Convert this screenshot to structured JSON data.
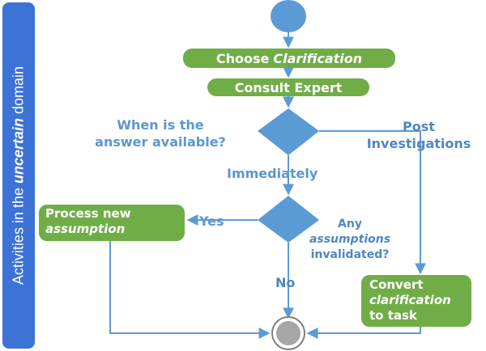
{
  "swimlane": {
    "label_prefix": "Activities in the ",
    "label_emphasis": "uncertain",
    "label_suffix": " domain"
  },
  "nodes": {
    "choose_prefix": "Choose",
    "choose_emphasis": "Clarification",
    "consult": "Consult Expert",
    "process_line1": "Process new",
    "process_line2": "assumption",
    "convert_line1": "Convert",
    "convert_line2": "clarification",
    "convert_line3": "to task"
  },
  "decisions": {
    "availability_question_line1": "When is the",
    "availability_question_line2": "answer available?",
    "post_line1": "Post",
    "post_line2": "Investigations",
    "immediately": "Immediately",
    "invalidated_line1": "Any",
    "invalidated_line2": "assumptions",
    "invalidated_line3": "invalidated?",
    "yes": "Yes",
    "no": "No"
  },
  "colors": {
    "lane": "#3d72d6",
    "activity": "#70ad47",
    "decision": "#5b9bd5",
    "start": "#5b9bd5",
    "end": "#a6a6a6",
    "connector": "#5b9bd5"
  }
}
